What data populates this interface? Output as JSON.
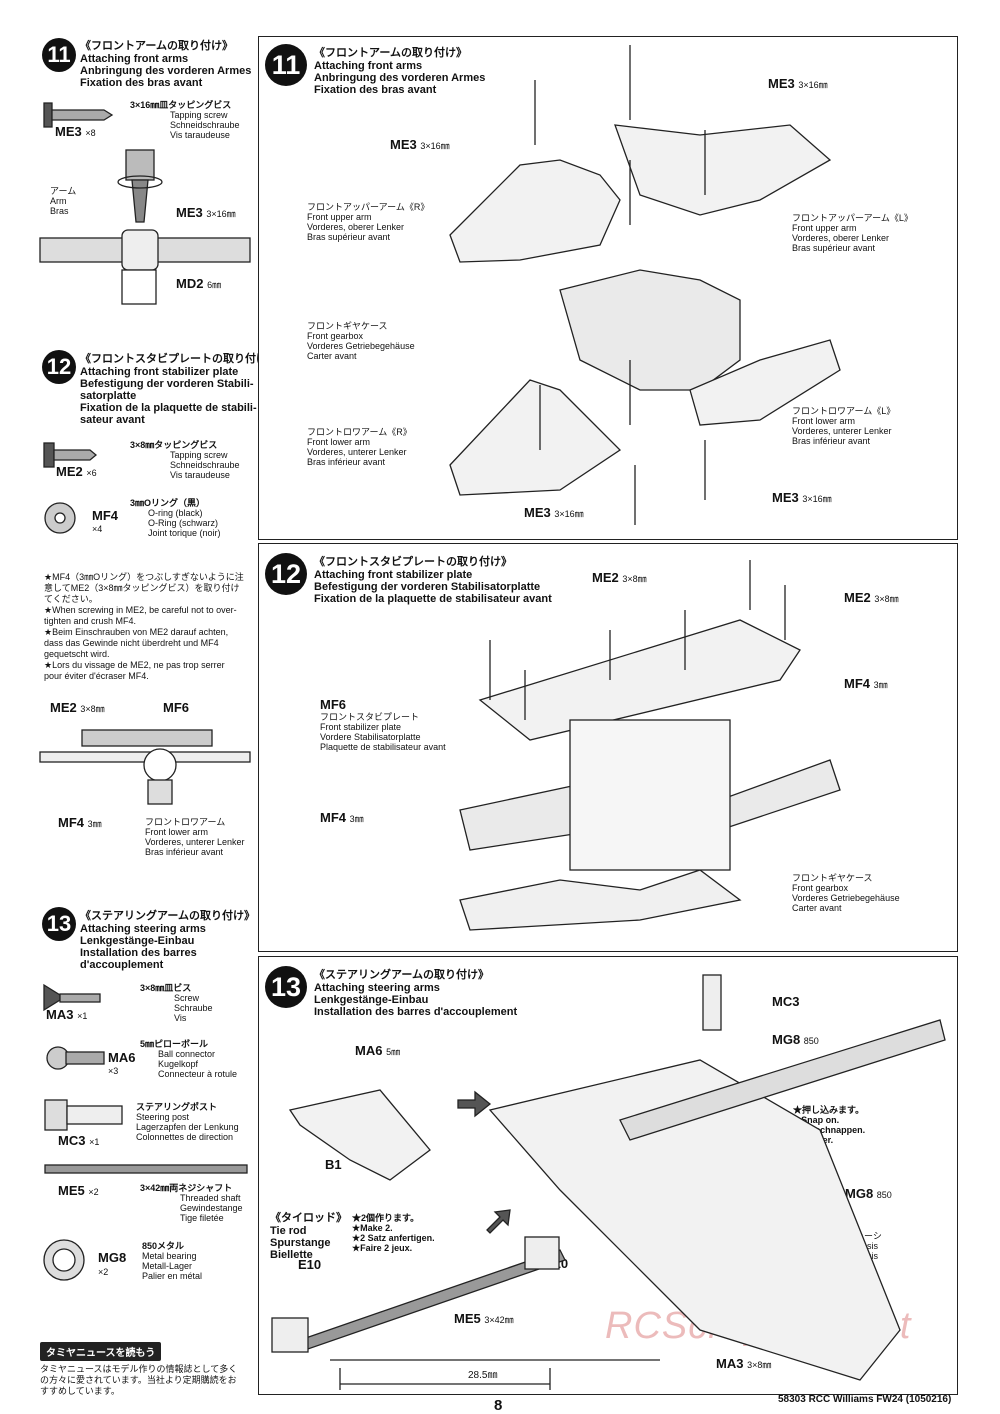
{
  "step11": {
    "num": "11",
    "title_jp": "《フロントアームの取り付け》",
    "title_en": "Attaching front arms",
    "title_de": "Anbringung des vorderen Armes",
    "title_fr": "Fixation des bras avant",
    "screw_jp": "3×16㎜皿タッピングビス",
    "screw_en": "Tapping screw",
    "screw_de": "Schneidschraube",
    "screw_fr": "Vis taraudeuse",
    "screw_code": "ME3",
    "screw_qty": "×8",
    "arm_jp": "アーム",
    "arm_en": "Arm",
    "arm_fr": "Bras",
    "me3": "ME3",
    "me3_size": "3×16㎜",
    "md2": "MD2",
    "md2_size": "6㎜",
    "upper_r_jp": "フロントアッパーアーム《R》",
    "upper_r_en": "Front upper arm",
    "upper_r_de": "Vorderes, oberer Lenker",
    "upper_r_fr": "Bras supérieur avant",
    "upper_l_jp": "フロントアッパーアーム《L》",
    "upper_l_en": "Front upper arm",
    "upper_l_de": "Vorderes, oberer Lenker",
    "upper_l_fr": "Bras supérieur avant",
    "gearbox_jp": "フロントギヤケース",
    "gearbox_en": "Front gearbox",
    "gearbox_de": "Vorderes Getriebegehäuse",
    "gearbox_fr": "Carter avant",
    "lower_r_jp": "フロントロワアーム《R》",
    "lower_r_en": "Front lower arm",
    "lower_r_de": "Vorderes, unterer Lenker",
    "lower_r_fr": "Bras inférieur avant",
    "lower_l_jp": "フロントロワアーム《L》",
    "lower_l_en": "Front lower arm",
    "lower_l_de": "Vorderes, unterer Lenker",
    "lower_l_fr": "Bras inférieur avant"
  },
  "step12": {
    "num": "12",
    "title_jp": "《フロントスタビプレートの取り付け》",
    "title_en": "Attaching front stabilizer plate",
    "title_de": "Befestigung der vorderen Stabilisatorplatte",
    "title_de_a": "Befestigung der vorderen Stabili-",
    "title_de_b": "satorplatte",
    "title_fr": "Fixation de la plaquette de stabilisateur avant",
    "title_fr_a": "Fixation de la plaquette de stabili-",
    "title_fr_b": "sateur avant",
    "screw_jp": "3×8㎜タッピングビス",
    "screw_en": "Tapping screw",
    "screw_de": "Schneidschraube",
    "screw_fr": "Vis taraudeuse",
    "screw_code": "ME2",
    "screw_qty": "×6",
    "oring_jp": "3㎜Oリング（黒）",
    "oring_en": "O-ring (black)",
    "oring_de": "O-Ring (schwarz)",
    "oring_fr": "Joint torique (noir)",
    "oring_code": "MF4",
    "oring_qty": "×4",
    "note_jp": "★MF4（3㎜Oリング）をつぶしすぎないように注意してME2（3×8㎜タッピングビス）を取り付けてください。",
    "note_en": "★When screwing in ME2, be careful not to over-tighten and crush MF4.",
    "note_de": "★Beim Einschrauben von ME2 darauf achten, dass das Gewinde nicht überdreht und MF4 gequetscht wird.",
    "note_fr": "★Lors du vissage de ME2, ne pas trop serrer pour éviter d'écraser MF4.",
    "me2": "ME2",
    "me2_size": "3×8㎜",
    "mf6": "MF6",
    "mf4": "MF4",
    "mf4_size": "3㎜",
    "plate_jp": "フロントスタビプレート",
    "plate_en": "Front stabilizer plate",
    "plate_de": "Vordere Stabilisatorplatte",
    "plate_fr": "Plaquette de stabilisateur avant",
    "lower_jp": "フロントロワアーム",
    "lower_en": "Front lower arm",
    "lower_de": "Vorderes, unterer Lenker",
    "lower_fr": "Bras inférieur avant",
    "gearbox_jp": "フロントギヤケース",
    "gearbox_en": "Front gearbox",
    "gearbox_de": "Vorderes Getriebegehäuse",
    "gearbox_fr": "Carter avant"
  },
  "step13": {
    "num": "13",
    "title_jp": "《ステアリングアームの取り付け》",
    "title_en": "Attaching steering arms",
    "title_de": "Lenkgestänge-Einbau",
    "title_fr": "Installation des barres d'accouplement",
    "title_fr_a": "Installation des barres",
    "title_fr_b": "d'accouplement",
    "ma3_jp": "3×8㎜皿ビス",
    "ma3_en": "Screw",
    "ma3_de": "Schraube",
    "ma3_fr": "Vis",
    "ma3_code": "MA3",
    "ma3_qty": "×1",
    "ma6_jp": "5㎜ピローボール",
    "ma6_en": "Ball connector",
    "ma6_de": "Kugelkopf",
    "ma6_fr": "Connecteur à rotule",
    "ma6_code": "MA6",
    "ma6_qty": "×3",
    "mc3_jp": "ステアリングポスト",
    "mc3_en": "Steering post",
    "mc3_de": "Lagerzapfen der Lenkung",
    "mc3_fr": "Colonnettes de direction",
    "mc3_code": "MC3",
    "mc3_qty": "×1",
    "me5_jp": "3×42㎜両ネジシャフト",
    "me5_en": "Threaded shaft",
    "me5_de": "Gewindestange",
    "me5_fr": "Tige filetée",
    "me5_code": "ME5",
    "me5_qty": "×2",
    "mg8_jp": "850メタル",
    "mg8_en": "Metal bearing",
    "mg8_de": "Metall-Lager",
    "mg8_fr": "Palier en métal",
    "mg8_code": "MG8",
    "mg8_qty": "×2",
    "ma6": "MA6",
    "ma6_size": "5㎜",
    "b1": "B1",
    "mc3": "MC3",
    "mg8": "MG8",
    "mg8_size": "850",
    "snap_jp": "★押し込みます。",
    "snap_en": "★Snap on.",
    "snap_de": "★Einschnappen.",
    "snap_fr": "★Insérer.",
    "tierod_jp": "《タイロッド》",
    "tierod_en": "Tie rod",
    "tierod_de": "Spurstange",
    "tierod_fr": "Biellette",
    "make2_jp": "★2個作ります。",
    "make2_en": "★Make 2.",
    "make2_de": "★2 Satz anfertigen.",
    "make2_fr": "★Faire 2 jeux.",
    "e10": "E10",
    "me5": "ME5",
    "me5_size": "3×42㎜",
    "length": "28.5㎜",
    "chassis_jp": "シャーシ",
    "chassis_en": "Chassis",
    "chassis_fr": "Châssis",
    "ma3": "MA3",
    "ma3_size": "3×8㎜"
  },
  "news": {
    "title": "タミヤニュースを読もう",
    "text": "タミヤニュースはモデル作りの情報誌として多くの方々に愛されています。当社より定期購読をおすすめしています。"
  },
  "footer": {
    "page": "8",
    "code": "58303 RCC Williams FW24 (1050216)"
  },
  "watermark": "RCScrapyard.net"
}
